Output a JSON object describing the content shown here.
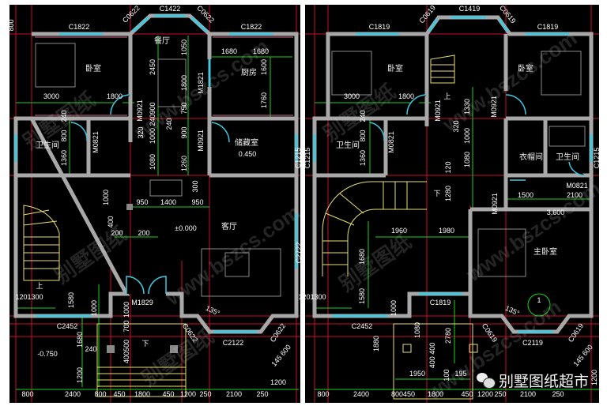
{
  "drawing": {
    "left_plan": {
      "labels": [
        "800",
        "C1822",
        "C1422",
        "C1822",
        "C0622",
        "C0622",
        "卧室",
        "餐厅",
        "厨房",
        "卫生间",
        "储藏室",
        "0.450",
        "客厅",
        "±0.000",
        "3000",
        "1800",
        "M0921",
        "2450",
        "1050",
        "1800",
        "M1821",
        "1680",
        "1680",
        "1600",
        "1760",
        "240",
        "800",
        "M0821",
        "1360",
        "320",
        "1000",
        "1080",
        "240",
        "900",
        "1260",
        "M0921",
        "900",
        "750",
        "240",
        "C1215",
        "C1215",
        "1000",
        "300",
        "950",
        "1400",
        "950",
        "400",
        "200",
        "200",
        "上",
        "1580",
        "1201300",
        "M1829",
        "1000",
        "1000",
        "700",
        "400500",
        "C2452",
        "135°",
        "C0622",
        "C2122",
        "C0622",
        "1680",
        "-0.750",
        "240",
        "下",
        "1200",
        "1200",
        "145 600",
        "800",
        "2400",
        "800",
        "450",
        "1800",
        "450",
        "1200",
        "250",
        "2100",
        "250",
        "C2722"
      ]
    },
    "right_plan": {
      "labels": [
        "C1819",
        "C0619",
        "C1419",
        "C0619",
        "C1819",
        "卧室",
        "卧室",
        "3000",
        "1800",
        "M0921",
        "上",
        "1330",
        "M0921",
        "240",
        "800",
        "M0821",
        "卫生间",
        "1360",
        "320",
        "1000",
        "120",
        "1080",
        "衣帽间",
        "卫生间",
        "C1215",
        "C1215",
        "M0821",
        "1500",
        "2100",
        "M0921",
        "下",
        "1280",
        "3.600",
        "1960",
        "1980",
        "主卧室",
        "1680",
        "1580",
        "1201300",
        "1000",
        "C1819",
        "1",
        "135°",
        "C2452",
        "C0619",
        "C2119",
        "C0619",
        "1880",
        "1080",
        "2780",
        "400 400",
        "1950",
        "100",
        "195",
        "145 600",
        "1200",
        "800",
        "2400",
        "800450",
        "1800",
        "450",
        "1200",
        "250",
        "2100",
        "250"
      ]
    },
    "watermark_text": [
      "别墅图纸",
      "www.bszcs.com"
    ]
  },
  "brand": {
    "icon": "wechat-icon",
    "name": "别墅图纸超市"
  }
}
